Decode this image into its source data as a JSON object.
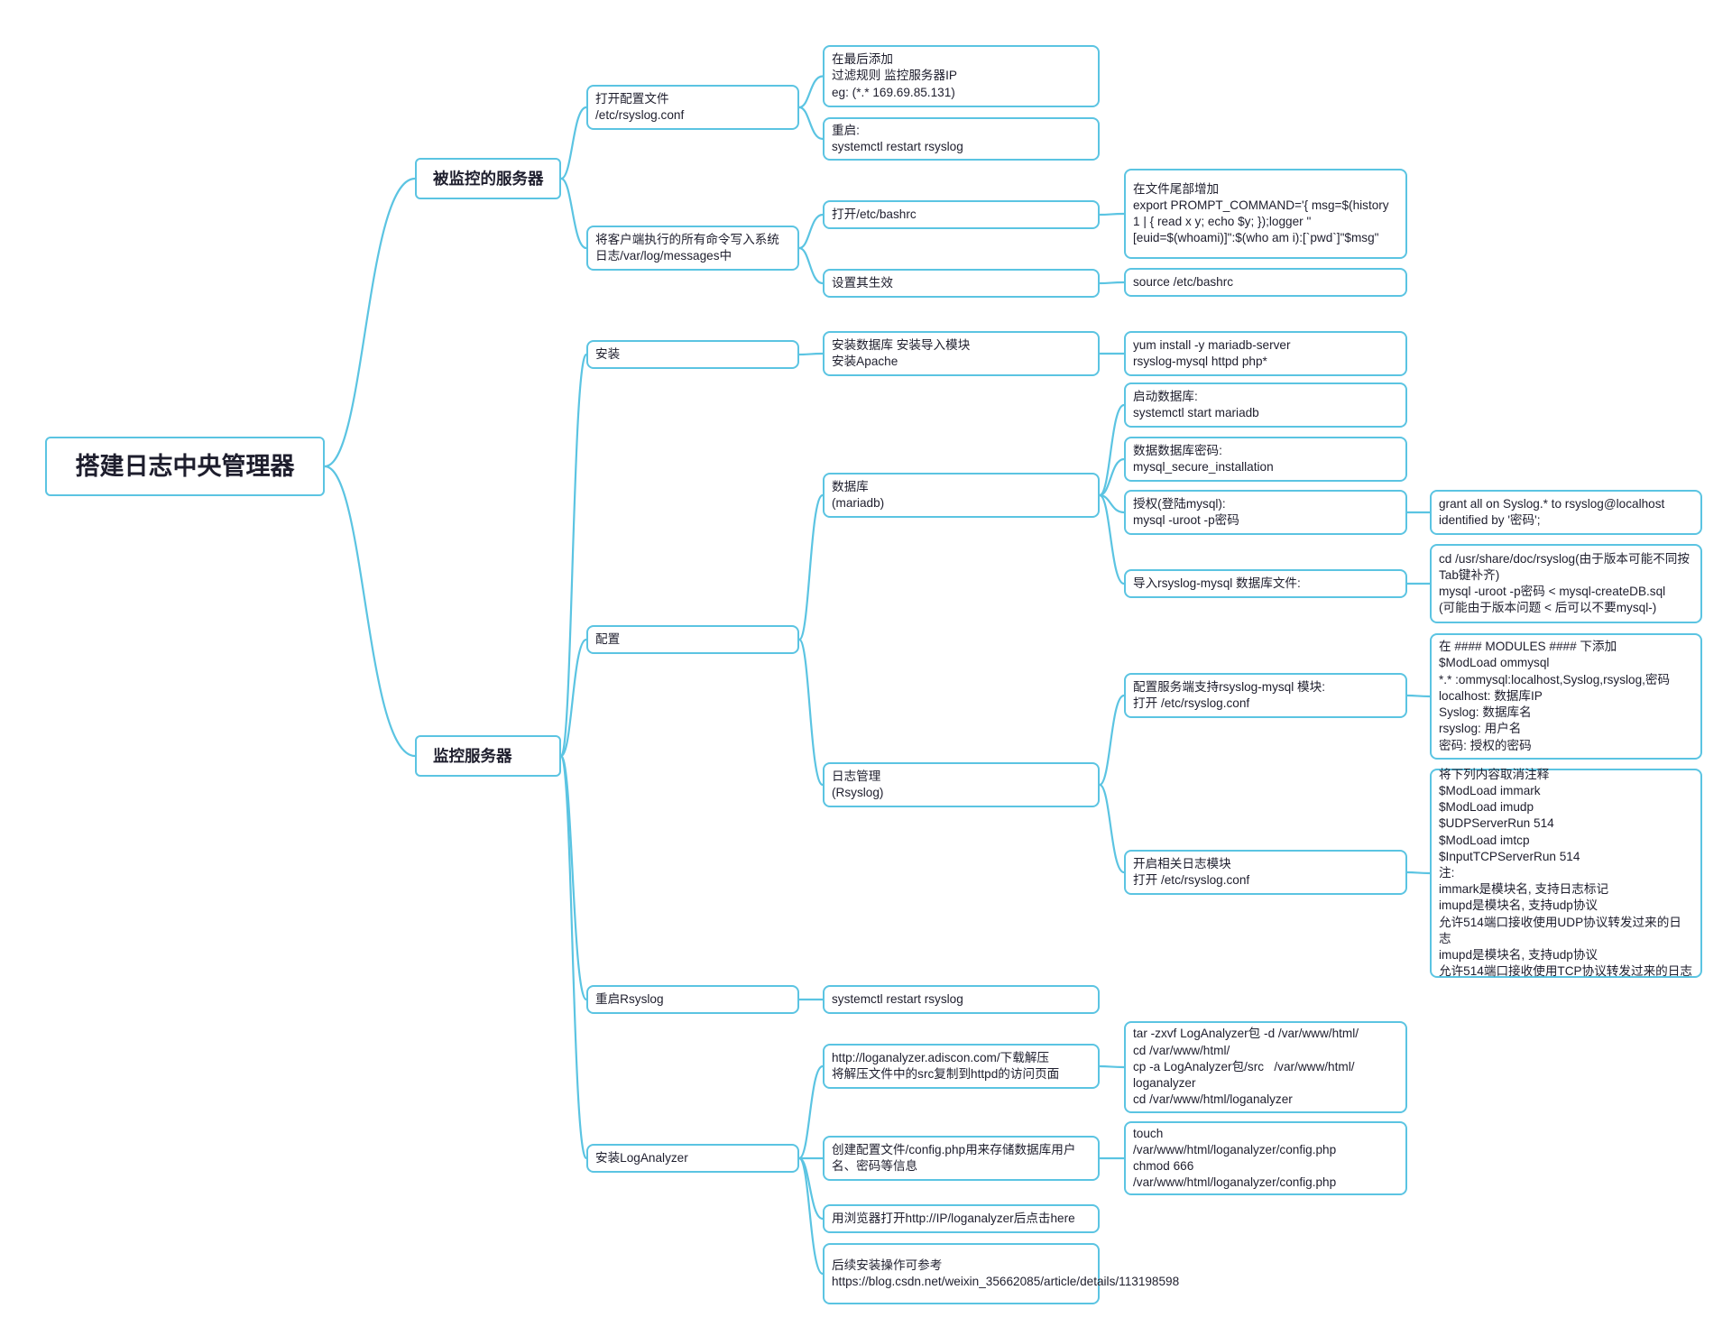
{
  "colors": {
    "branch": "#5bc4e2",
    "text": "#1e1e2d",
    "background": "#ffffff"
  },
  "nodes": {
    "root": "搭建日志中央管理器",
    "monitored": "被监控的服务器",
    "open_conf": "打开配置文件\n/etc/rsyslog.conf",
    "append_end": "在最后添加\n过滤规则 监控服务器IP\neg: (*.* 169.69.85.131)",
    "restart1": "重启:\nsystemctl restart rsyslog",
    "client_cmds": "将客户端执行的所有命令写入系统日志/var/log/messages中",
    "open_bashrc": "打开/etc/bashrc",
    "bashrc_content": "在文件尾部增加\nexport PROMPT_COMMAND='{ msg=$(history 1 | { read x y; echo $y; });logger \"[euid=$(whoami)]\":$(who am i):[`pwd`]\"$msg\"",
    "set_effect": "设置其生效",
    "source_bashrc": "source /etc/bashrc",
    "monitor_server": "监控服务器",
    "install": "安装",
    "install_db": "安装数据库 安装导入模块\n安装Apache",
    "yum": "yum install -y mariadb-server\nrsyslog-mysql httpd php*",
    "config": "配置",
    "database": "数据库\n(mariadb)",
    "start_db": "启动数据库:\nsystemctl start mariadb",
    "db_pwd": "数据数据库密码:\nmysql_secure_installation",
    "grant": "授权(登陆mysql):\nmysql -uroot -p密码",
    "grant_sql": "grant all on Syslog.* to rsyslog@localhost\nidentified by '密码';",
    "import_db": "导入rsyslog-mysql 数据库文件:",
    "import_cmds": "cd /usr/share/doc/rsyslog(由于版本可能不同按Tab键补齐)\nmysql -uroot -p密码 < mysql-createDB.sql\n(可能由于版本问题 < 后可以不要mysql-)",
    "log_mgmt": "日志管理\n(Rsyslog)",
    "cfg_support": "配置服务端支持rsyslog-mysql 模块:\n打开 /etc/rsyslog.conf",
    "modules": "在 #### MODULES #### 下添加\n$ModLoad ommysql\n*.* :ommysql:localhost,Syslog,rsyslog,密码\nlocalhost: 数据库IP\nSyslog: 数据库名\nrsyslog: 用户名\n密码: 授权的密码",
    "enable_mods": "开启相关日志模块\n打开 /etc/rsyslog.conf",
    "uncomment": "将下列内容取消注释\n$ModLoad immark\n$ModLoad imudp\n$UDPServerRun 514\n$ModLoad imtcp\n$InputTCPServerRun 514\n注:\nimmark是模块名, 支持日志标记\nimupd是模块名, 支持udp协议\n允许514端口接收使用UDP协议转发过来的日志\nimupd是模块名, 支持udp协议\n允许514端口接收使用TCP协议转发过来的日志",
    "restart_rsyslog": "重启Rsyslog",
    "restart2": "systemctl restart rsyslog",
    "install_la": "安装LogAnalyzer",
    "download": "http://loganalyzer.adiscon.com/下载解压\n将解压文件中的src复制到httpd的访问页面",
    "tar_cmds": "tar -zxvf LogAnalyzer包 -d /var/www/html/\ncd /var/www/html/\ncp -a LogAnalyzer包/src   /var/www/html/\nloganalyzer\ncd /var/www/html/loganalyzer",
    "create_cfg": "创建配置文件/config.php用来存储数据库用户名、密码等信息",
    "touch_cmds": "touch\n/var/www/html/loganalyzer/config.php\nchmod 666\n/var/www/html/loganalyzer/config.php",
    "browser": "用浏览器打开http://IP/loganalyzer后点击here",
    "reference": "后续安装操作可参考\nhttps://blog.csdn.net/weixin_35662085/article/details/113198598"
  }
}
